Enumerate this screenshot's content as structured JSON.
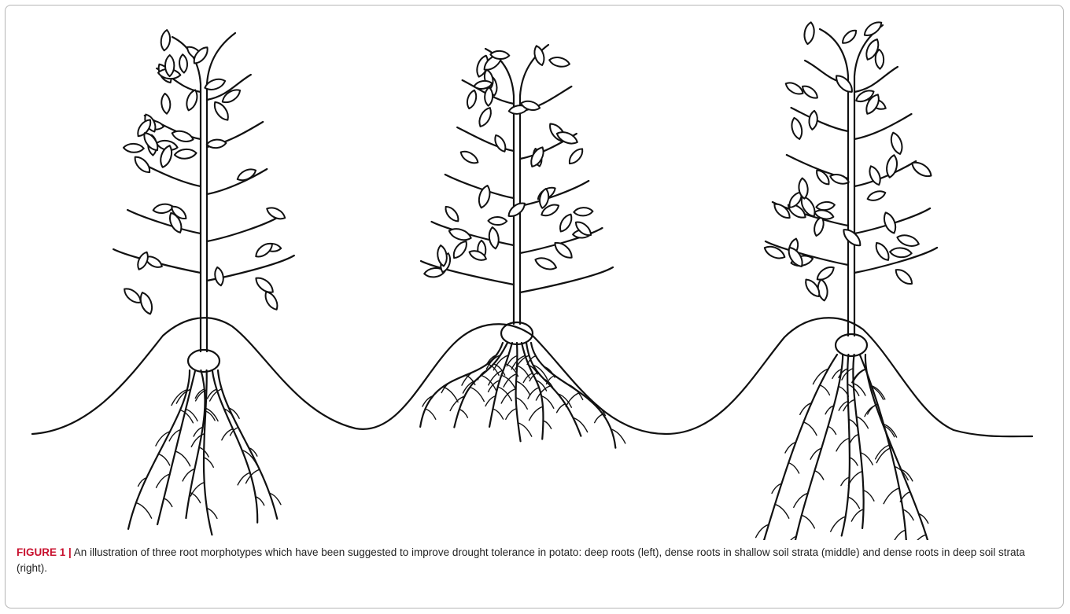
{
  "figure": {
    "label": "FIGURE 1 |",
    "caption": " An illustration of three root morphotypes which have been suggested to improve drought tolerance in potato: deep roots (left), dense roots in shallow soil strata (middle) and dense roots in deep soil strata (right)."
  },
  "plants": [
    {
      "key": "left",
      "morphotype": "deep roots"
    },
    {
      "key": "middle",
      "morphotype": "dense roots in shallow soil strata"
    },
    {
      "key": "right",
      "morphotype": "dense roots in deep soil strata"
    }
  ],
  "colors": {
    "ink": "#111111",
    "label": "#c8102e",
    "border": "#b5b5b5"
  }
}
